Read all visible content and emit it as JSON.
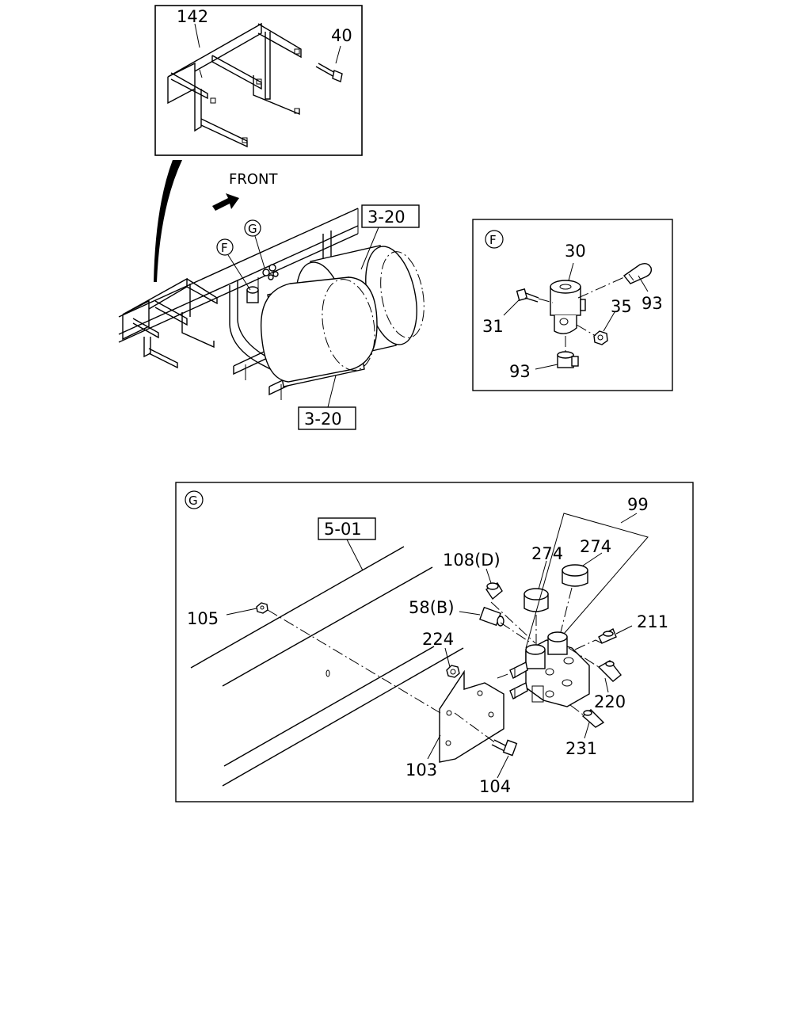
{
  "panels": {
    "top_inset": {
      "labels": {
        "bracket": "142",
        "bolt": "40"
      }
    },
    "main": {
      "front_label": "FRONT",
      "ref_upper": "3-20",
      "ref_lower": "3-20",
      "callout_f": "F",
      "callout_g": "G"
    },
    "detail_f": {
      "circle_label": "F",
      "labels": {
        "valve": "30",
        "bolt": "31",
        "nut": "35",
        "fitting_right": "93",
        "fitting_bottom": "93"
      }
    },
    "detail_g": {
      "circle_label": "G",
      "ref": "5-01",
      "labels": {
        "p99": "99",
        "p274a": "274",
        "p274b": "274",
        "p108": "108(D)",
        "p58": "58(B)",
        "p105": "105",
        "p224": "224",
        "p211": "211",
        "p220": "220",
        "p231": "231",
        "p103": "103",
        "p104": "104"
      }
    }
  }
}
